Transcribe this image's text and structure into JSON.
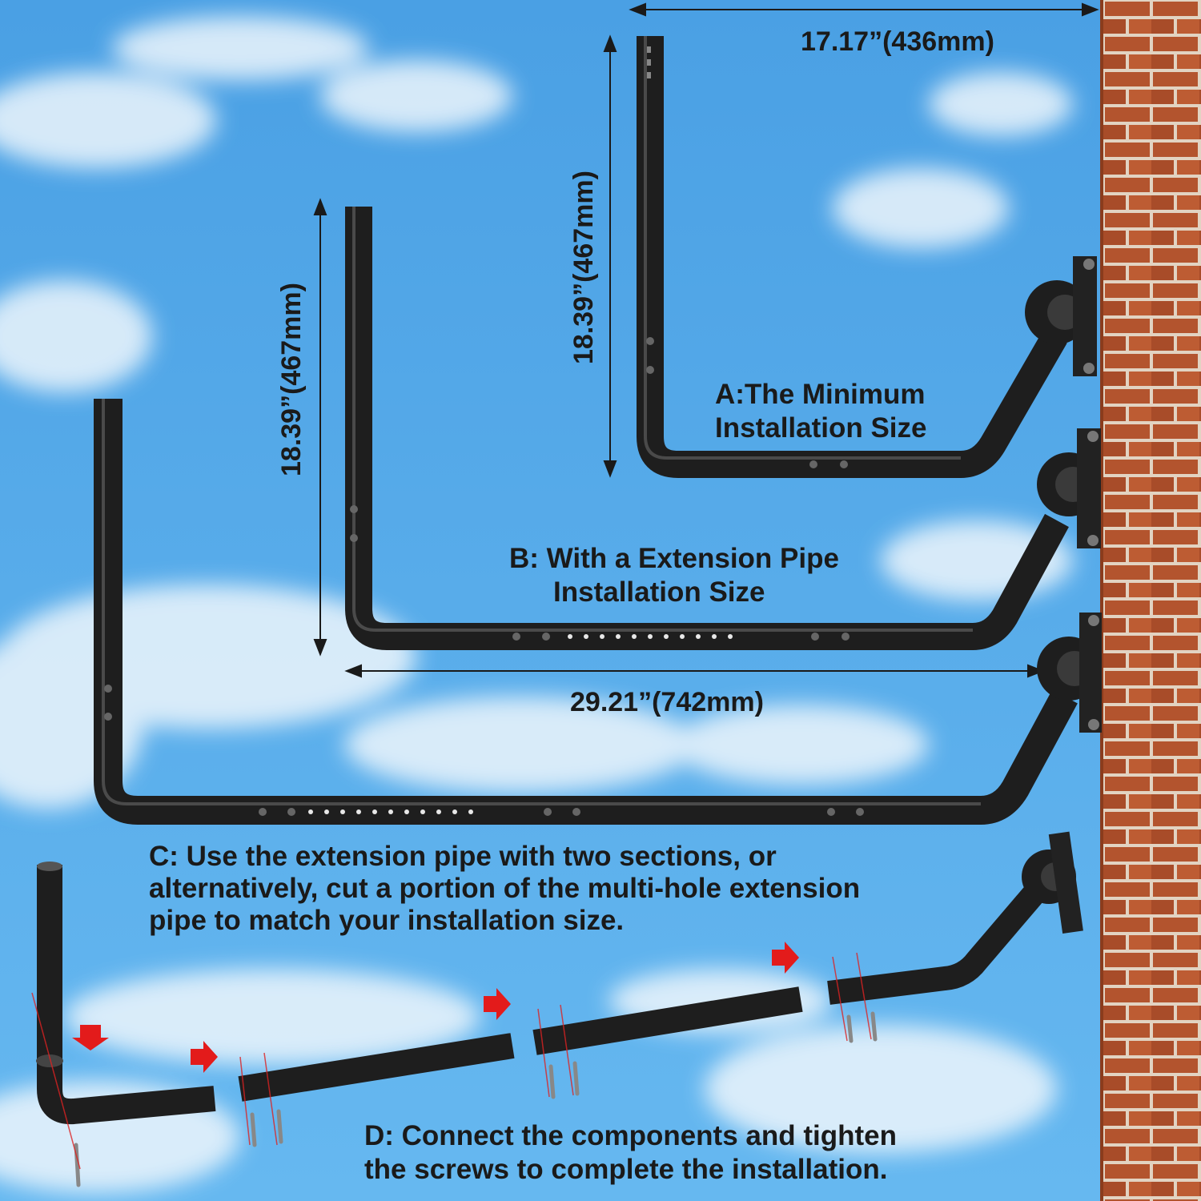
{
  "dimensions": {
    "top_width": "17.17”(436mm)",
    "bottom_width": "29.21”(742mm)",
    "height_a": "18.39”(467mm)",
    "height_b": "18.39”(467mm)"
  },
  "captions": {
    "a": [
      "A:The Minimum",
      "Installation Size"
    ],
    "b": [
      "B: With a Extension Pipe",
      "Installation Size"
    ],
    "c": [
      "C: Use the extension pipe with two sections, or",
      "alternatively, cut a portion of the multi-hole extension",
      "pipe to match your installation size."
    ],
    "d": [
      "D: Connect the components and tighten",
      "the screws to complete the installation."
    ]
  },
  "colors": {
    "sky_top": "#4fa3e6",
    "sky_bottom": "#62b4ee",
    "cloud": "#eaf4fb",
    "pipe": "#1e1e1e",
    "pipe_highlight": "#4a4a4a",
    "brick": "#b5562f",
    "mortar": "#e6d8c8",
    "arrow_red": "#e31b1b"
  }
}
